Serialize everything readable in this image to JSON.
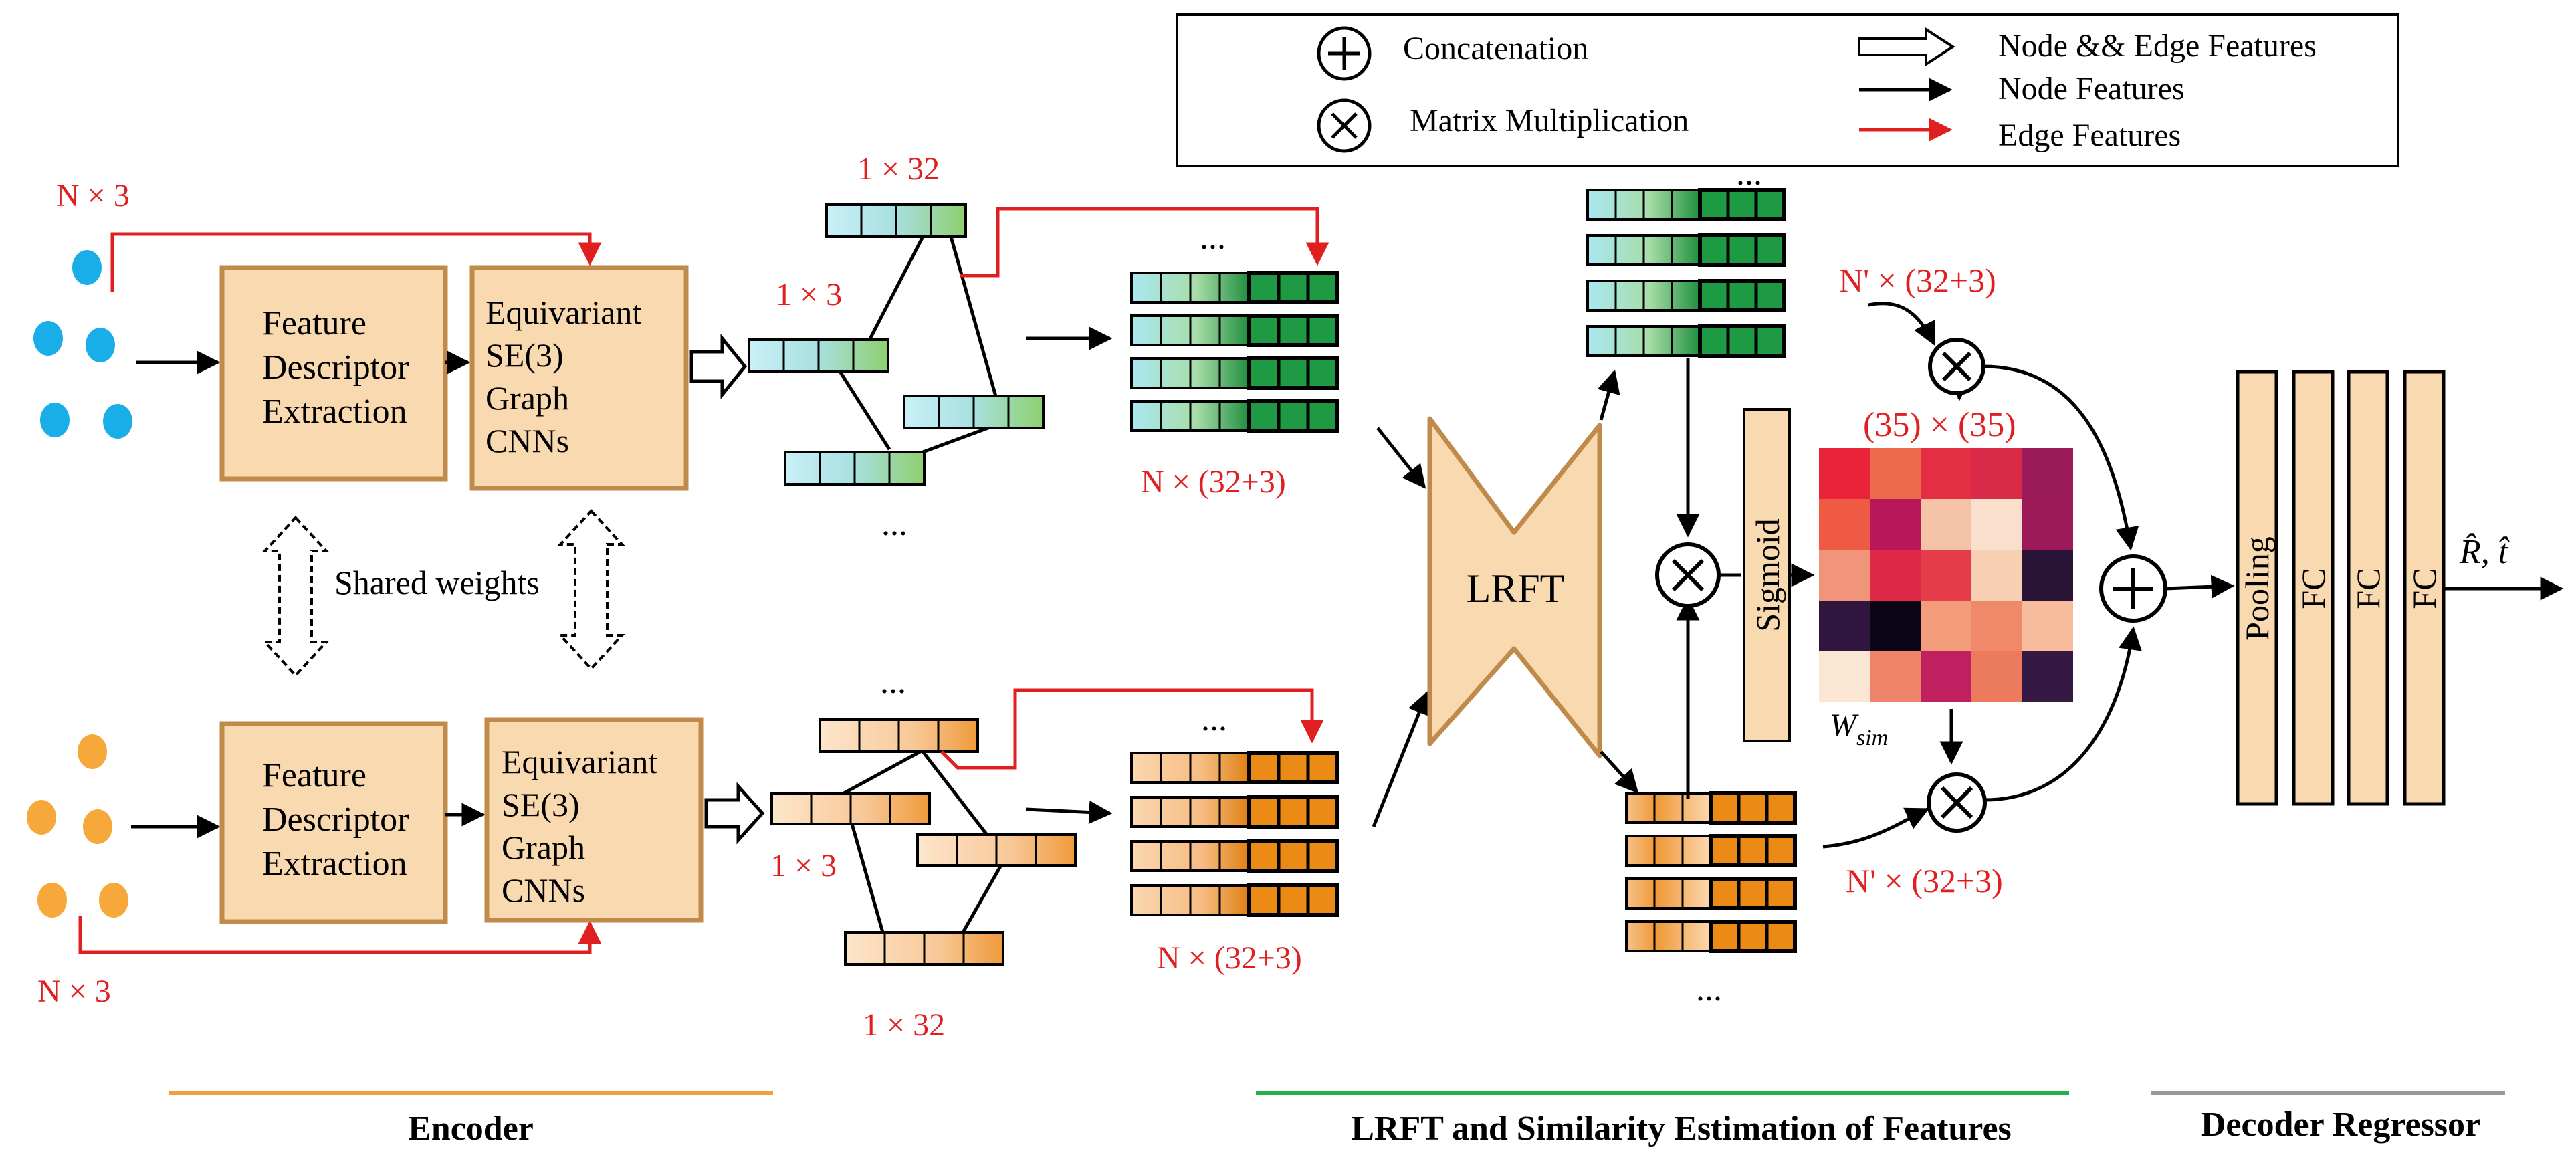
{
  "legend": {
    "concat_label": "Concatenation",
    "matmul_label": "Matrix Multiplication",
    "node_edge_label": "Node && Edge Features",
    "node_label": "Node Features",
    "edge_label": "Edge Features"
  },
  "encoder": {
    "top_input": "N × 3",
    "bottom_input": "N × 3",
    "feature_box": [
      "Feature",
      "Descriptor",
      "Extraction"
    ],
    "gcnn_box": [
      "Equivariant",
      "SE(3)",
      "Graph",
      "CNNs"
    ],
    "shared_weights": "Shared weights",
    "graph_top_label_1x32": "1 × 32",
    "graph_top_label_1x3": "1 × 3",
    "graph_bottom_label_1x3": "1 × 3",
    "graph_bottom_label_1x32": "1 × 32",
    "ellipsis": "..."
  },
  "features": {
    "top_stack_label": "N × (32+3)",
    "bottom_stack_label": "N × (32+3)",
    "ellipsis": "..."
  },
  "lrft": {
    "label": "LRFT",
    "out_top_label": "N' × (32+3)",
    "out_bottom_label": "N' × (32+3)",
    "sigmoid_label": "Sigmoid",
    "matrix_label": "(35) × (35)",
    "w_sim": "W",
    "w_sim_sub": "sim",
    "ellipsis": "..."
  },
  "decoder": {
    "pooling": "Pooling",
    "fc": [
      "FC",
      "FC",
      "FC"
    ],
    "output": "R̂, t̂"
  },
  "sections": {
    "encoder": "Encoder",
    "lrft": "LRFT and Similarity Estimation of Features",
    "decoder": "Decoder Regressor"
  },
  "colors": {
    "box_fill": "#f9d9b0",
    "box_stroke": "#c08a4a",
    "edge_red": "#e02020",
    "blue_dot": "#1aaee8",
    "orange_dot": "#f6a93a",
    "encoder_line": "#f0a040",
    "lrft_line": "#22b04a",
    "decoder_line": "#999999"
  }
}
